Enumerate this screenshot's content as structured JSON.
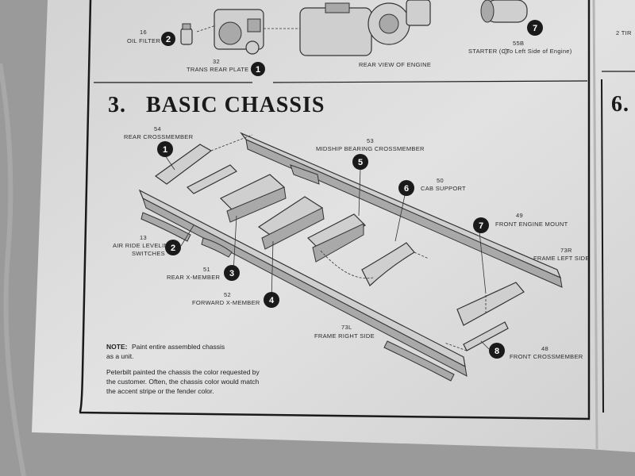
{
  "section": {
    "number": "3.",
    "title": "BASIC CHASSIS"
  },
  "next_section_fragment": "6.",
  "right_edge_fragment": "2 TIR",
  "top_parts": {
    "oil_filter": {
      "num": "16",
      "name": "OIL FILTER",
      "step": "2"
    },
    "trans_rear_plate": {
      "num": "32",
      "name": "TRANS REAR PLATE",
      "step": "1"
    },
    "rear_view": {
      "name": "REAR VIEW OF ENGINE"
    },
    "starter": {
      "num": "55B",
      "name": "STARTER (C)",
      "note": "(To Left Side of Engine)",
      "step": "7"
    }
  },
  "callouts": [
    {
      "step": "1",
      "num": "54",
      "name": "REAR CROSSMEMBER"
    },
    {
      "step": "2",
      "num": "13",
      "name": "AIR RIDE LEVELING",
      "name2": "SWITCHES"
    },
    {
      "step": "3",
      "num": "51",
      "name": "REAR X-MEMBER"
    },
    {
      "step": "4",
      "num": "52",
      "name": "FORWARD X-MEMBER"
    },
    {
      "step": "5",
      "num": "53",
      "name": "MIDSHIP BEARING CROSSMEMBER"
    },
    {
      "step": "6",
      "num": "50",
      "name": "CAB SUPPORT"
    },
    {
      "step": "7",
      "num": "49",
      "name": "FRONT ENGINE MOUNT"
    },
    {
      "step": "8",
      "num": "48",
      "name": "FRONT CROSSMEMBER"
    },
    {
      "num": "73R",
      "name": "FRAME LEFT SIDE"
    },
    {
      "num": "73L",
      "name": "FRAME RIGHT SIDE"
    }
  ],
  "notes": {
    "note_label": "NOTE:",
    "note_line1": "Paint entire assembled chassis",
    "note_line2": "as a unit.",
    "para_line1": "Peterbilt painted the chassis the color requested by",
    "para_line2": "the customer. Often, the chassis color would match",
    "para_line3": "the accent stripe or the fender color."
  },
  "colors": {
    "paper": "#dcdcdc",
    "ink": "#1a1a1a",
    "background": "#8f8f8f"
  }
}
